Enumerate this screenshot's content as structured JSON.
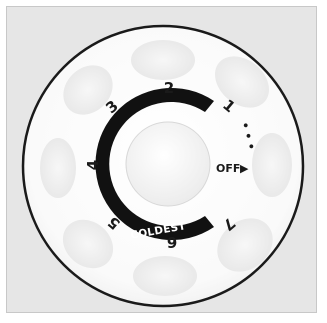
{
  "dial": {
    "labels": [
      "1",
      "2",
      "3",
      "4",
      "5",
      "6",
      "7"
    ],
    "off_label": "OFF",
    "off_arrow": "▶",
    "coldest_label": "COLDEST",
    "dots": "• • •"
  },
  "colors": {
    "background": "#e6e6e6",
    "dial_face": "#ffffff",
    "arc": "#111111"
  }
}
